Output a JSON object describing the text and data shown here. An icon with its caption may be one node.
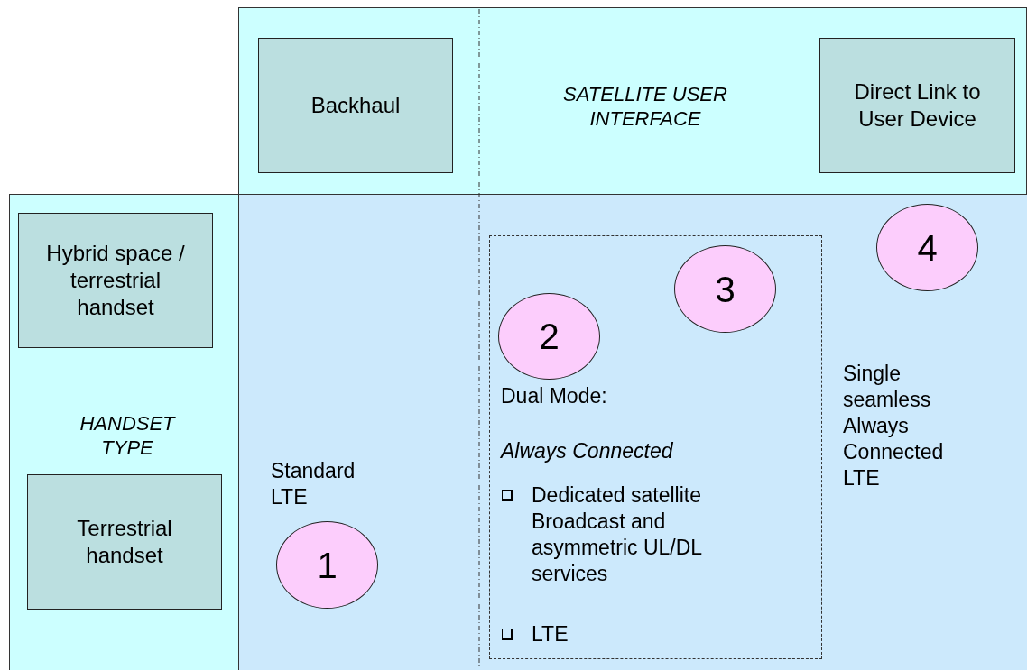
{
  "diagram": {
    "nodes": [
      {
        "text": [
          "SATELLITE USER INTERFACE"
        ]
      },
      {
        "text": [
          "Backhaul"
        ],
        "in": 0
      },
      {
        "text": [
          "Direct Link to User Device"
        ],
        "in": 0
      },
      {
        "text": [
          "HANDSET TYPE"
        ]
      },
      {
        "text": [
          "Hybrid space / terrestrial handset"
        ],
        "in": 3
      },
      {
        "text": [
          "Terrestrial handset"
        ],
        "in": 3
      },
      {
        "text": [
          "1"
        ]
      },
      {
        "text": [
          "Dual Mode:",
          "Always Connected",
          "Dedicated satellite Broadcast and asymmetric UL/DL services",
          "LTE"
        ]
      },
      {
        "text": [
          "2"
        ],
        "in": 7
      },
      {
        "text": [
          "3"
        ],
        "in": 7
      },
      {
        "text": [
          "4"
        ]
      }
    ],
    "edges": [],
    "labels": [
      "Standard LTE",
      "Single seamless Always Connected LTE"
    ]
  }
}
